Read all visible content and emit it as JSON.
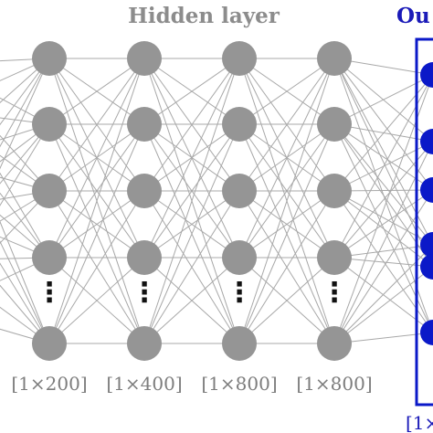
{
  "diagram": {
    "hidden_title": "Hidden layer",
    "output_title": "Ou",
    "output_size": "[1×",
    "ellipsis": "⋮",
    "colors": {
      "hidden_node": "#959595",
      "edge": "#a8a8a8",
      "hidden_text": "#8c8c8c",
      "output": "#0b19c8",
      "output_text": "#1a1ab8",
      "size_text": "#7d7d7d",
      "ellipsis": "#111111",
      "background": "#ffffff"
    },
    "hidden_layers": [
      {
        "name": "hidden-layer-1",
        "size_label": "[1×200]"
      },
      {
        "name": "hidden-layer-2",
        "size_label": "[1×400]"
      },
      {
        "name": "hidden-layer-3",
        "size_label": "[1×800]"
      },
      {
        "name": "hidden-layer-4",
        "size_label": "[1×800]"
      }
    ]
  }
}
